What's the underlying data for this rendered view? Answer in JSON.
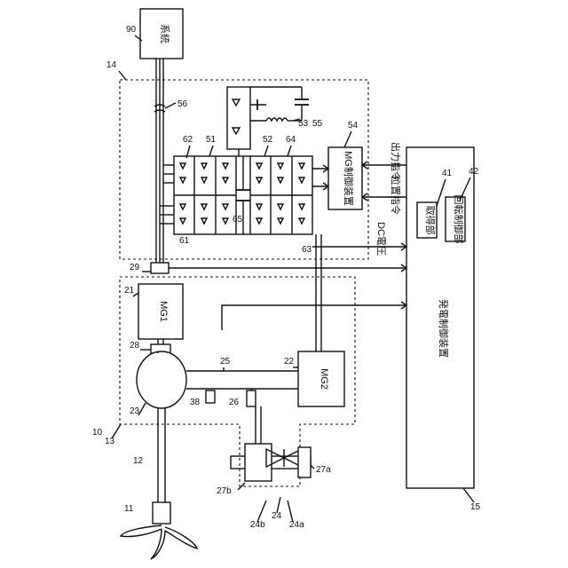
{
  "labels": {
    "system": "系統",
    "mg1": "MG1",
    "mg2": "MG2",
    "mg_control": "MG制御装置",
    "acquisition": "取得部",
    "rotation_control": "回転制御部",
    "power_control": "発電制御装置",
    "dc_voltage": "DC電圧",
    "output_command": "出力指令",
    "position_command": "位置指令"
  },
  "refs": {
    "r10": "10",
    "r11": "11",
    "r12": "12",
    "r13": "13",
    "r14": "14",
    "r15": "15",
    "r21": "21",
    "r22": "22",
    "r23": "23",
    "r24": "24",
    "r24a": "24a",
    "r24b": "24b",
    "r25": "25",
    "r26": "26",
    "r27a": "27a",
    "r27b": "27b",
    "r28": "28",
    "r29": "29",
    "r38": "38",
    "r41": "41",
    "r42": "42",
    "r51": "51",
    "r52": "52",
    "r53": "53",
    "r54": "54",
    "r55": "55",
    "r56": "56",
    "r61": "61",
    "r62": "62",
    "r63": "63",
    "r64": "64",
    "r65": "65",
    "r90": "90"
  }
}
